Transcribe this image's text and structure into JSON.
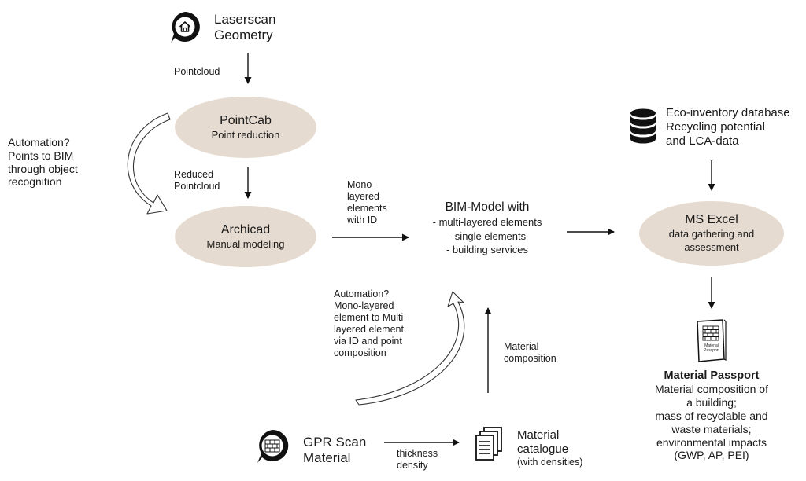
{
  "laserscan": {
    "line1": "Laserscan",
    "line2": "Geometry",
    "icon": "home-pin-icon"
  },
  "pointcloud_label": "Pointcloud",
  "pointcab": {
    "title": "PointCab",
    "subtitle": "Point reduction"
  },
  "reduced_label": {
    "line1": "Reduced",
    "line2": "Pointcloud"
  },
  "automation1": {
    "line1": "Automation?",
    "line2": "Points to BIM",
    "line3": "through object",
    "line4": "recognition"
  },
  "archicad": {
    "title": "Archicad",
    "subtitle": "Manual modeling"
  },
  "mono_label": {
    "line1": "Mono-",
    "line2": "layered",
    "line3": "elements",
    "line4": "with ID"
  },
  "bim": {
    "title": "BIM-Model with",
    "item1": "- multi-layered elements",
    "item2": "- single elements",
    "item3": "- building services"
  },
  "ecoinventory": {
    "line1": "Eco-inventory database",
    "line2": "Recycling potential",
    "line3": "and LCA-data",
    "icon": "database-icon"
  },
  "msexcel": {
    "title": "MS Excel",
    "line1": "data gathering and",
    "line2": "assessment"
  },
  "automation2": {
    "line1": "Automation?",
    "line2": "Mono-layered",
    "line3": "element to Multi-",
    "line4": "layered element",
    "line5": "via ID and point",
    "line6": "composition"
  },
  "material_comp": {
    "line1": "Material",
    "line2": "composition"
  },
  "passport_icon_text": {
    "line1": "Material",
    "line2": "Passport"
  },
  "passport": {
    "title": "Material Passport",
    "line1": "Material composition of",
    "line2": "a building;",
    "line3": "mass of recyclable and",
    "line4": "waste materials;",
    "line5": "environmental impacts",
    "line6": "(GWP, AP, PEI)"
  },
  "gpr": {
    "line1": "GPR Scan",
    "line2": "Material",
    "icon": "brick-wall-pin-icon"
  },
  "thickness": {
    "line1": "thickness",
    "line2": "density"
  },
  "catalogue": {
    "line1": "Material",
    "line2": "catalogue",
    "line3": "(with densities)",
    "icon": "documents-stack-icon"
  }
}
